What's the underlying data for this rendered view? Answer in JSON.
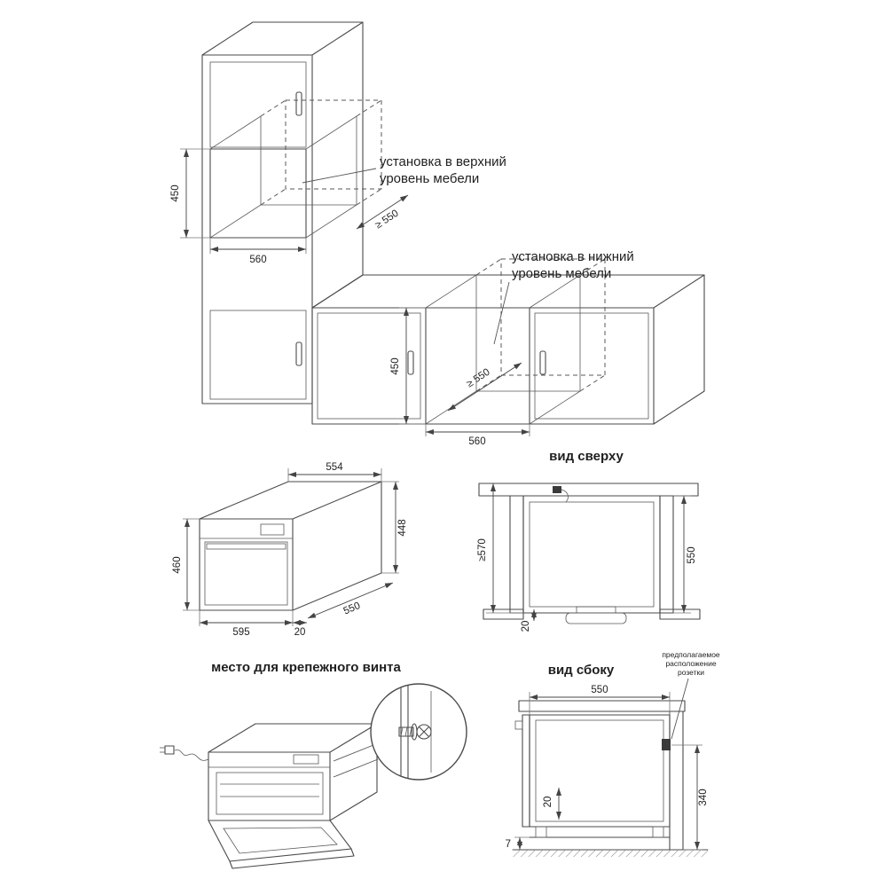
{
  "upper_install": {
    "label_line1": "установка в верхний",
    "label_line2": "уровень мебели",
    "dim_height": "450",
    "dim_width": "560",
    "dim_depth": "≥ 550"
  },
  "lower_install": {
    "label_line1": "установка в нижний",
    "label_line2": "уровень мебели",
    "dim_height": "450",
    "dim_width": "560",
    "dim_depth": "≥ 550"
  },
  "oven_dimensions": {
    "depth_top": "554",
    "height_right": "448",
    "height_left": "460",
    "width_bottom": "595",
    "door_gap": "20",
    "depth_bottom": "550"
  },
  "top_view": {
    "title": "вид сверху",
    "dim_depth_min": "≥570",
    "dim_width": "550",
    "dim_front": "20"
  },
  "screw_detail": {
    "title": "место для крепежного винта"
  },
  "side_view": {
    "title": "вид сбоку",
    "note_line1": "предполагаемое",
    "note_line2": "расположение",
    "note_line3": "розетки",
    "dim_depth": "550",
    "dim_gap": "20",
    "dim_socket_height": "340",
    "dim_floor": "7"
  }
}
